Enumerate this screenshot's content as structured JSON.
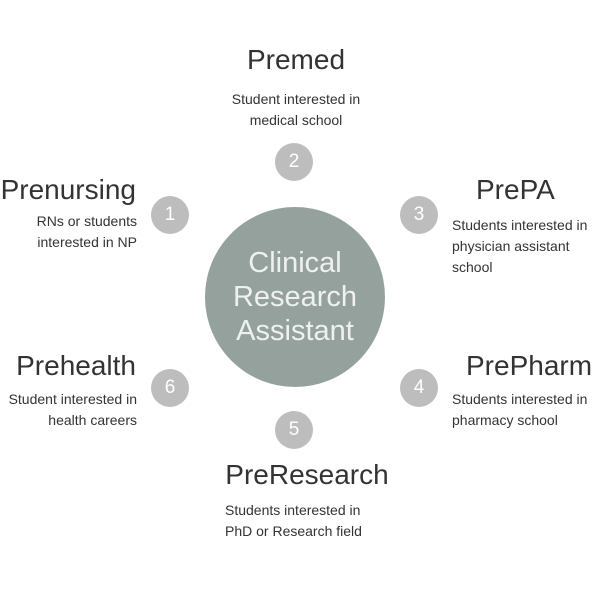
{
  "center": {
    "lines": [
      "Clinical",
      "Research",
      "Assistant"
    ]
  },
  "nodes": [
    {
      "number": "1",
      "title": "Prenursing",
      "desc": [
        "RNs or students",
        "interested in NP"
      ]
    },
    {
      "number": "2",
      "title": "Premed",
      "desc": [
        "Student interested in",
        "medical school"
      ]
    },
    {
      "number": "3",
      "title": "PrePA",
      "desc": [
        "Students interested in",
        "physician assistant",
        "school"
      ]
    },
    {
      "number": "4",
      "title": "PrePharm",
      "desc": [
        "Students interested in",
        "pharmacy school"
      ]
    },
    {
      "number": "5",
      "title": "PreResearch",
      "desc": [
        "Students interested in",
        "PhD or Research field"
      ]
    },
    {
      "number": "6",
      "title": "Prehealth",
      "desc": [
        "Student interested in",
        "health careers"
      ]
    }
  ],
  "colors": {
    "center": "#95a19d",
    "badge": "#bdbdbd"
  }
}
